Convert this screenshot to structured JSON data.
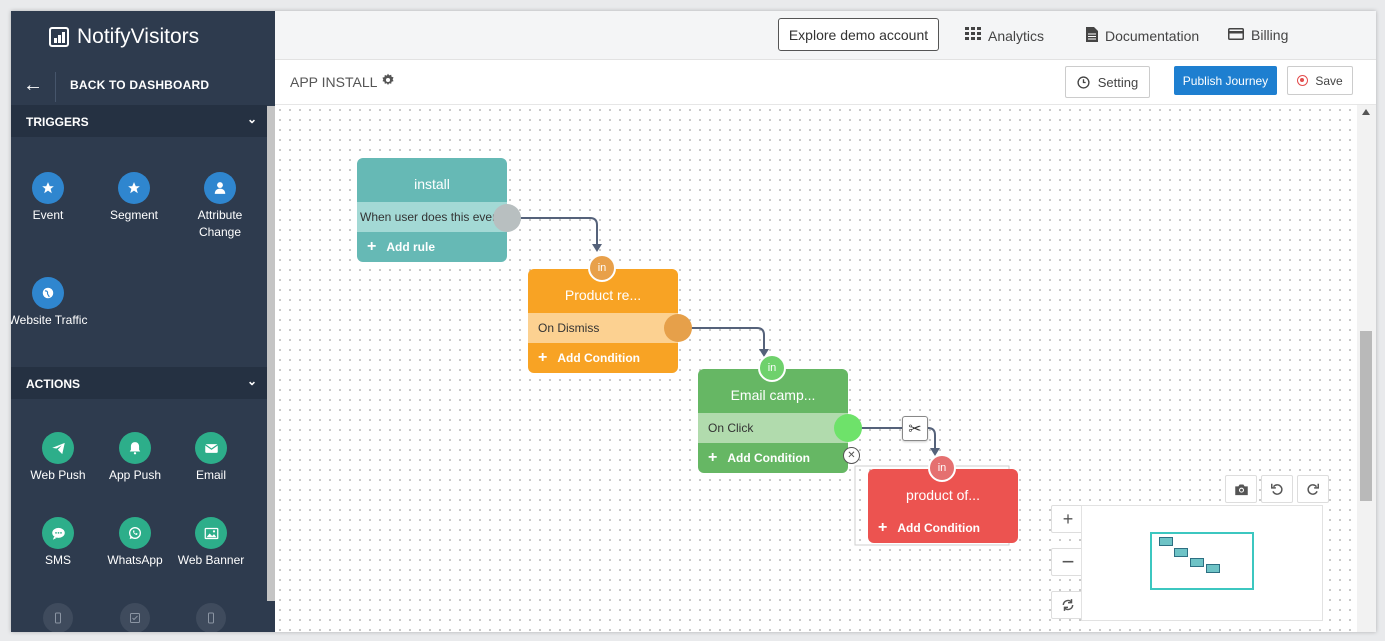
{
  "brand": {
    "name": "NotifyVisitors"
  },
  "sidebar": {
    "back_label": "BACK TO DASHBOARD",
    "triggers_header": "TRIGGERS",
    "triggers": [
      {
        "label": "Event",
        "icon": "star-icon"
      },
      {
        "label": "Segment",
        "icon": "star-icon"
      },
      {
        "label": "Attribute Change",
        "icon": "user-icon"
      },
      {
        "label": "Website Traffic",
        "icon": "globe-icon"
      }
    ],
    "actions_header": "ACTIONS",
    "actions": [
      {
        "label": "Web Push",
        "icon": "paper-plane-icon"
      },
      {
        "label": "App Push",
        "icon": "bell-icon"
      },
      {
        "label": "Email",
        "icon": "envelope-icon"
      },
      {
        "label": "SMS",
        "icon": "chat-icon"
      },
      {
        "label": "WhatsApp",
        "icon": "whatsapp-icon"
      },
      {
        "label": "Web Banner",
        "icon": "image-icon"
      }
    ]
  },
  "topbar": {
    "demo": "Explore demo account",
    "analytics": "Analytics",
    "documentation": "Documentation",
    "billing": "Billing"
  },
  "toolbar": {
    "title": "APP INSTALL",
    "setting": "Setting",
    "publish": "Publish Journey",
    "save": "Save"
  },
  "flow": {
    "nodes": [
      {
        "title": "install",
        "condition": "When user does this event",
        "add": "Add rule",
        "color": "#66b9b5"
      },
      {
        "title": "Product re...",
        "condition": "On Dismiss",
        "add": "Add Condition",
        "in": "in",
        "color": "#f8a324"
      },
      {
        "title": "Email camp...",
        "condition": "On Click",
        "add": "Add Condition",
        "in": "in",
        "color": "#66b764"
      },
      {
        "title": "product of...",
        "add": "Add Condition",
        "in": "in",
        "color": "#ec5350"
      }
    ]
  },
  "colors": {
    "sidebar": "#2e3b4e",
    "sidebar_section": "#253142",
    "trigger_icon": "#2f86cf",
    "action_icon": "#2dae8a",
    "primary": "#1e7fd0"
  }
}
